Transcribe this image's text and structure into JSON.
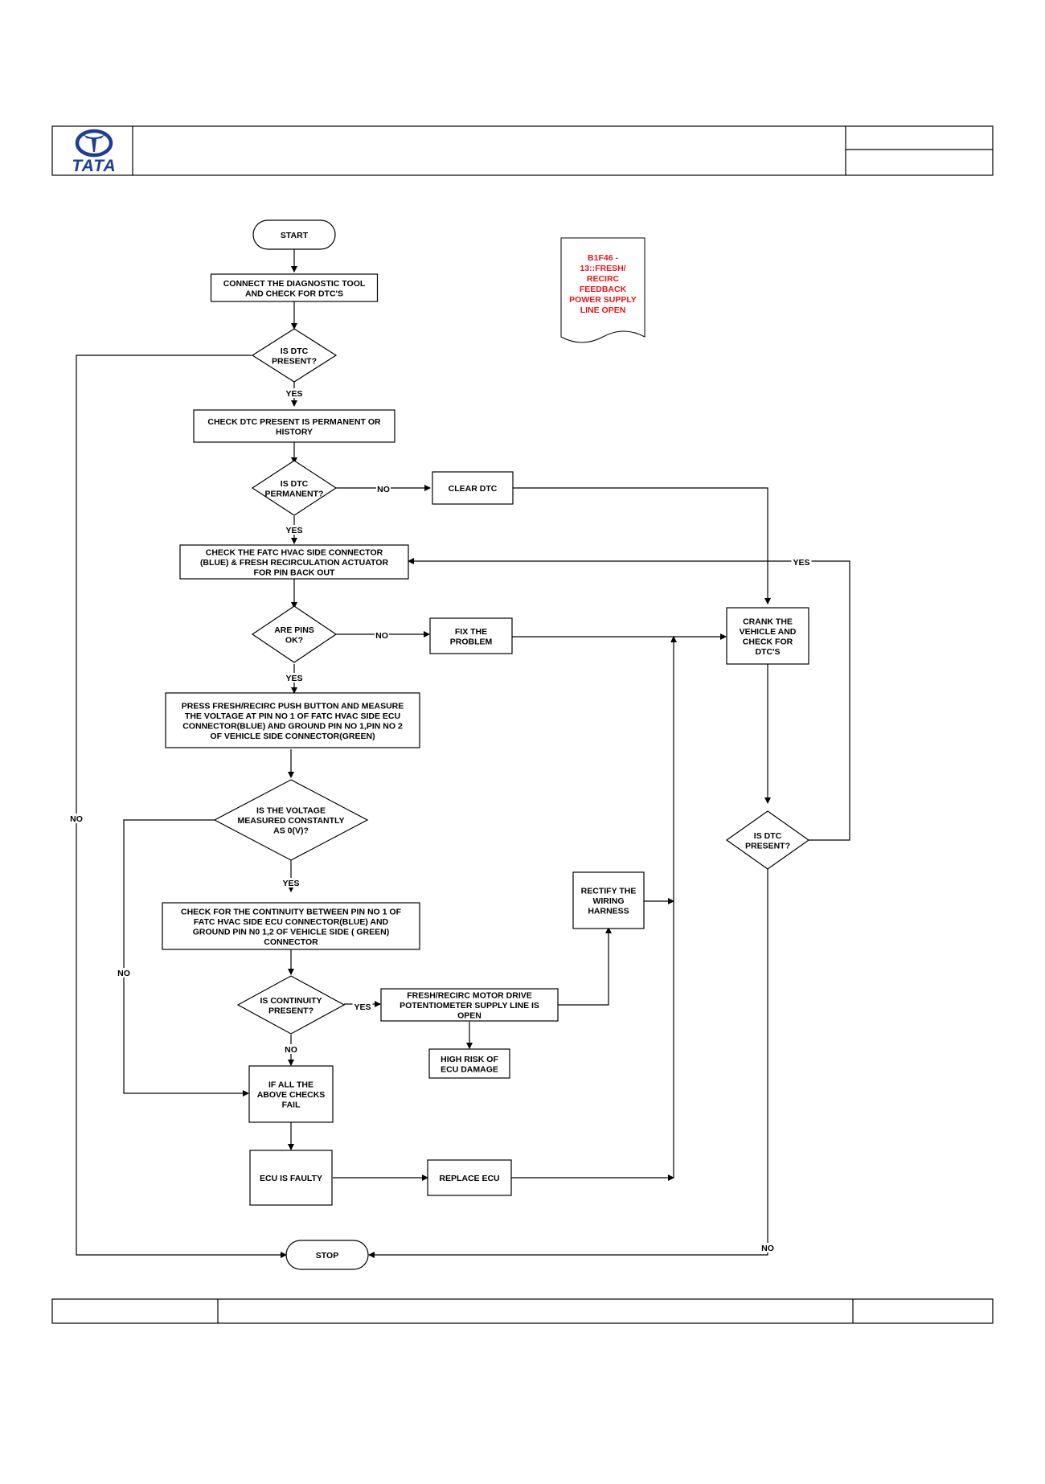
{
  "header": {
    "logo_text": "TATA"
  },
  "note": {
    "lines": [
      "B1F46 -",
      "13::FRESH/",
      "RECIRC",
      "FEEDBACK",
      "POWER SUPPLY",
      "LINE OPEN"
    ],
    "color": "#e8141b"
  },
  "nodes": {
    "start": {
      "lines": [
        "START"
      ]
    },
    "connect": {
      "lines": [
        "CONNECT THE DIAGNOSTIC TOOL",
        "AND CHECK FOR  DTC'S"
      ]
    },
    "dtc_present": {
      "lines": [
        "IS  DTC",
        "PRESENT?"
      ]
    },
    "check_perm": {
      "lines": [
        "CHECK DTC  PRESENT IS PERMANENT OR",
        "HISTORY"
      ]
    },
    "dtc_perm": {
      "lines": [
        "IS  DTC",
        "PERMANENT?"
      ]
    },
    "clear_dtc": {
      "lines": [
        "CLEAR DTC"
      ]
    },
    "check_fatc": {
      "lines": [
        "CHECK THE FATC HVAC SIDE CONNECTOR",
        "(BLUE) & FRESH RECIRCULATION ACTUATOR",
        "FOR PIN BACK OUT"
      ]
    },
    "pins_ok": {
      "lines": [
        "ARE PINS",
        "OK?"
      ]
    },
    "fix": {
      "lines": [
        "FIX THE",
        "PROBLEM"
      ]
    },
    "crank": {
      "lines": [
        "CRANK THE",
        "VEHICLE AND",
        "CHECK FOR",
        "DTC'S"
      ]
    },
    "press": {
      "lines": [
        "PRESS FRESH/RECIRC PUSH BUTTON AND MEASURE",
        "THE VOLTAGE AT PIN NO 1  OF FATC HVAC SIDE ECU",
        "CONNECTOR(BLUE) AND GROUND PIN NO 1,PIN NO 2",
        "OF VEHICLE SIDE CONNECTOR(GREEN)"
      ]
    },
    "voltage": {
      "lines": [
        "IS  THE VOLTAGE",
        "MEASURED CONSTANTLY",
        "AS 0(V)?"
      ]
    },
    "dtc_present2": {
      "lines": [
        "IS  DTC",
        "PRESENT?"
      ]
    },
    "rectify": {
      "lines": [
        "RECTIFY THE",
        "WIRING",
        "HARNESS"
      ]
    },
    "continuity_check": {
      "lines": [
        "CHECK FOR THE CONTINUITY BETWEEN PIN NO 1 OF",
        "FATC HVAC SIDE ECU CONNECTOR(BLUE) AND",
        "GROUND  PIN N0 1,2 OF VEHICLE SIDE ( GREEN)",
        "CONNECTOR"
      ]
    },
    "continuity": {
      "lines": [
        "IS CONTINUITY",
        "PRESENT?"
      ]
    },
    "motor_open": {
      "lines": [
        "FRESH/RECIRC MOTOR DRIVE",
        "POTENTIOMETER SUPPLY  LINE IS",
        "OPEN"
      ]
    },
    "high_risk": {
      "lines": [
        "HIGH RISK OF",
        "ECU DAMAGE"
      ]
    },
    "all_fail": {
      "lines": [
        "IF ALL THE",
        "ABOVE CHECKS",
        "FAIL"
      ]
    },
    "ecu_faulty": {
      "lines": [
        "ECU IS FAULTY"
      ]
    },
    "replace": {
      "lines": [
        "REPLACE ECU"
      ]
    },
    "stop": {
      "lines": [
        "STOP"
      ]
    }
  },
  "edge_labels": {
    "yes": "YES",
    "no": "NO"
  }
}
